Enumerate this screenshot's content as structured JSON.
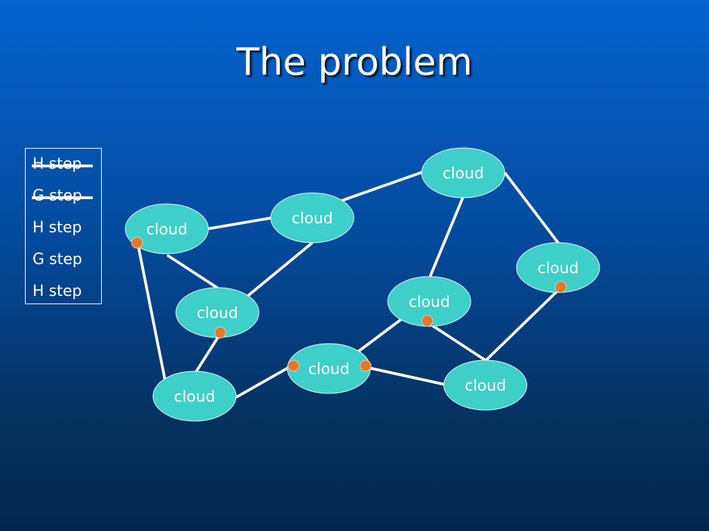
{
  "slide": {
    "title": "The problem"
  },
  "steps": [
    {
      "label": "H step",
      "struck": true
    },
    {
      "label": "G step",
      "struck": true
    },
    {
      "label": "H step",
      "struck": false
    },
    {
      "label": "G step",
      "struck": false
    },
    {
      "label": "H step",
      "struck": false
    }
  ],
  "diagram": {
    "node_label": "cloud",
    "colors": {
      "node_fill": "#3ecfc9",
      "edge": "#ffffff",
      "marker": "#e07a2f"
    },
    "nodes": [
      {
        "id": "n1",
        "label": "cloud"
      },
      {
        "id": "n2",
        "label": "cloud"
      },
      {
        "id": "n3",
        "label": "cloud"
      },
      {
        "id": "n4",
        "label": "cloud"
      },
      {
        "id": "n5",
        "label": "cloud"
      },
      {
        "id": "n6",
        "label": "cloud"
      },
      {
        "id": "n7",
        "label": "cloud"
      },
      {
        "id": "n8",
        "label": "cloud"
      },
      {
        "id": "n9",
        "label": "cloud"
      }
    ],
    "edges": [
      [
        "n1",
        "n2"
      ],
      [
        "n2",
        "n3"
      ],
      [
        "n3",
        "n4"
      ],
      [
        "n2",
        "n5"
      ],
      [
        "n1",
        "n5"
      ],
      [
        "n1",
        "n7"
      ],
      [
        "n5",
        "n7"
      ],
      [
        "n7",
        "n8"
      ],
      [
        "n8",
        "n6"
      ],
      [
        "n8",
        "n9"
      ],
      [
        "n6",
        "n3"
      ],
      [
        "n6",
        "n9"
      ],
      [
        "n9",
        "n4"
      ]
    ]
  }
}
